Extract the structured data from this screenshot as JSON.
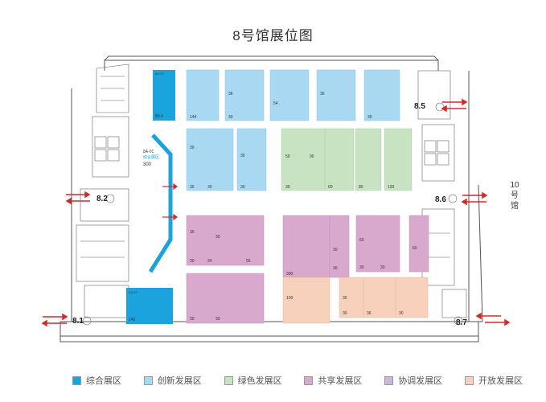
{
  "title": "8号馆展位图",
  "hall_side_label": "10号馆",
  "gates": [
    "8.1",
    "8.2",
    "8.5",
    "8.6",
    "8.7"
  ],
  "zones": {
    "comprehensive": {
      "label": "综合展区",
      "color": "#1aa3dc"
    },
    "innovation": {
      "label": "创新发展区",
      "color": "#a9d8f2"
    },
    "green": {
      "label": "绿色发展区",
      "color": "#c7e3c2"
    },
    "shared": {
      "label": "共享发展区",
      "color": "#d9a8cd"
    },
    "coordinated": {
      "label": "协调发展区",
      "color": "#c9b7df"
    },
    "open": {
      "label": "开放发展区",
      "color": "#f7d1bc"
    }
  },
  "booths": {
    "ba01": {
      "code": "8A-01",
      "name": "综合展区",
      "area": "300"
    },
    "ba02": {
      "code": "8A-02",
      "area": "80.4"
    },
    "ba03": {
      "code": "8A-03",
      "area": "140"
    }
  },
  "booth_areas": {
    "inno_top": [
      "144",
      "36",
      "30",
      "54",
      "36",
      "30"
    ],
    "inno_mid": [
      "30",
      "30",
      "30",
      "30",
      "30"
    ],
    "green": [
      "50",
      "30",
      "90",
      "60",
      "80",
      "120"
    ],
    "shared": [
      "30",
      "30",
      "30",
      "56",
      "24",
      "300",
      "30",
      "30",
      "60",
      "30",
      "30",
      "30",
      "30",
      "60"
    ],
    "open": [
      "100",
      "30",
      "30",
      "36",
      "30"
    ]
  }
}
